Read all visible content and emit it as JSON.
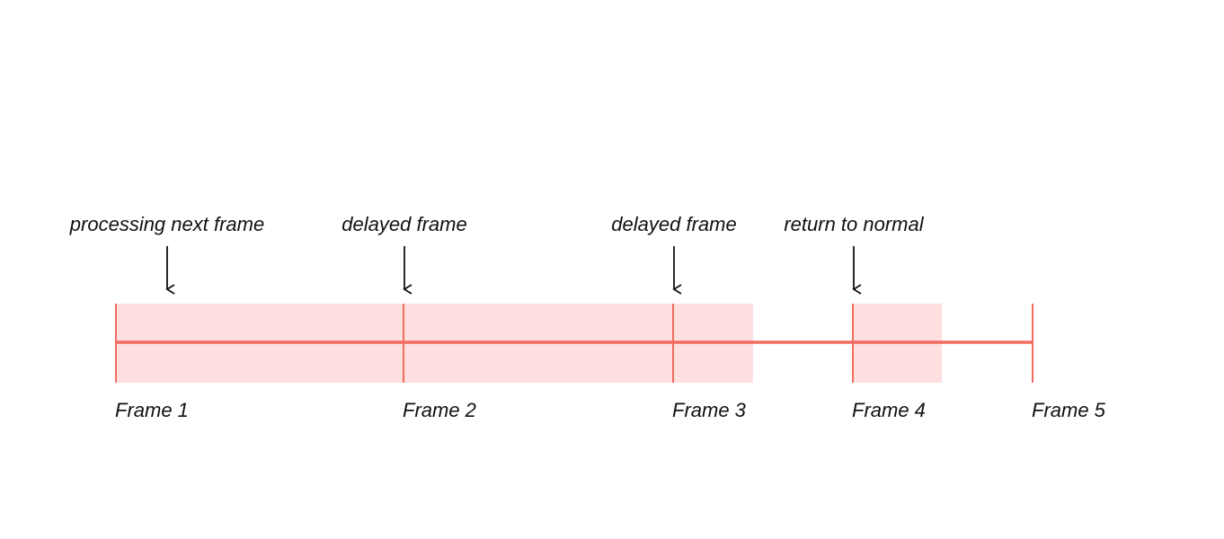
{
  "colors": {
    "background": "#ffffff",
    "highlight_fill": "#fde0df",
    "timeline_stroke": "#f26b5e",
    "text": "#111111",
    "arrow": "#111111"
  },
  "frames": [
    {
      "label": "Frame 1"
    },
    {
      "label": "Frame 2"
    },
    {
      "label": "Frame 3"
    },
    {
      "label": "Frame 4"
    },
    {
      "label": "Frame 5"
    }
  ],
  "annotations": [
    {
      "label": "processing next frame"
    },
    {
      "label": "delayed frame"
    },
    {
      "label": "delayed frame"
    },
    {
      "label": "return to normal"
    }
  ]
}
